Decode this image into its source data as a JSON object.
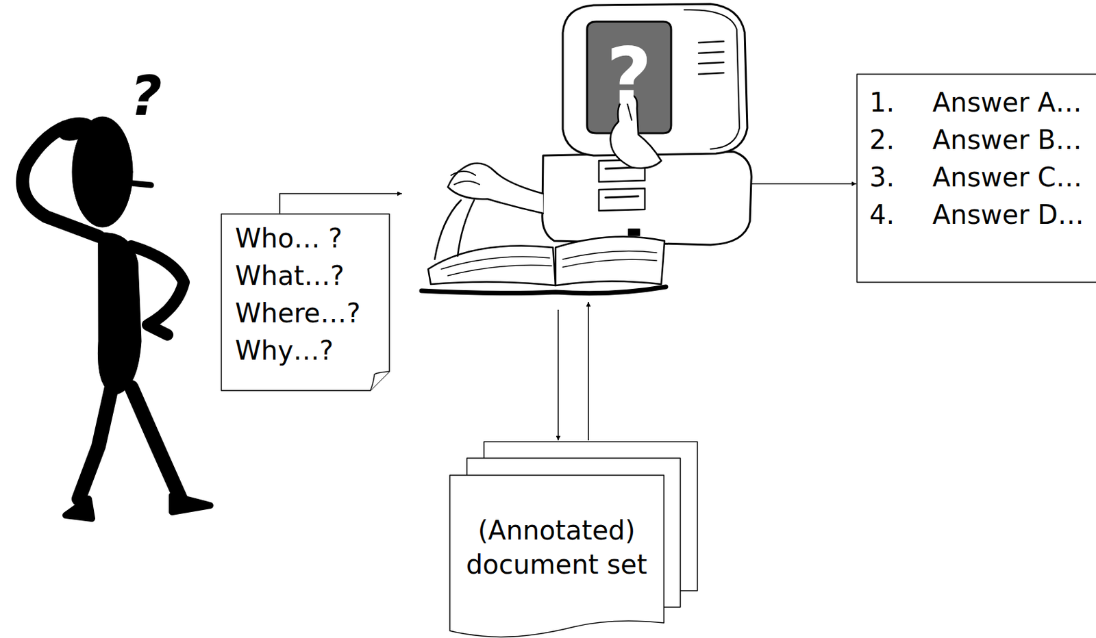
{
  "diagram": {
    "nodes": [
      {
        "text": [
          "Who… ?",
          "What…?",
          "Where…?",
          "Why…?"
        ]
      },
      {
        "text": [
          "?"
        ]
      },
      {
        "text": [
          "1.",
          "Answer A…",
          "2.",
          "Answer B…",
          "3.",
          "Answer C…",
          "4.",
          "Answer D…"
        ]
      },
      {
        "text": [
          "(Annotated) document set"
        ]
      }
    ],
    "edges": [
      {
        "from": 0,
        "to": 1,
        "arrow": "to"
      },
      {
        "from": 1,
        "to": 2,
        "arrow": "to"
      },
      {
        "from": 1,
        "to": 3,
        "arrow": "to"
      },
      {
        "from": 3,
        "to": 1,
        "arrow": "to"
      }
    ],
    "labels": [
      "?"
    ]
  }
}
